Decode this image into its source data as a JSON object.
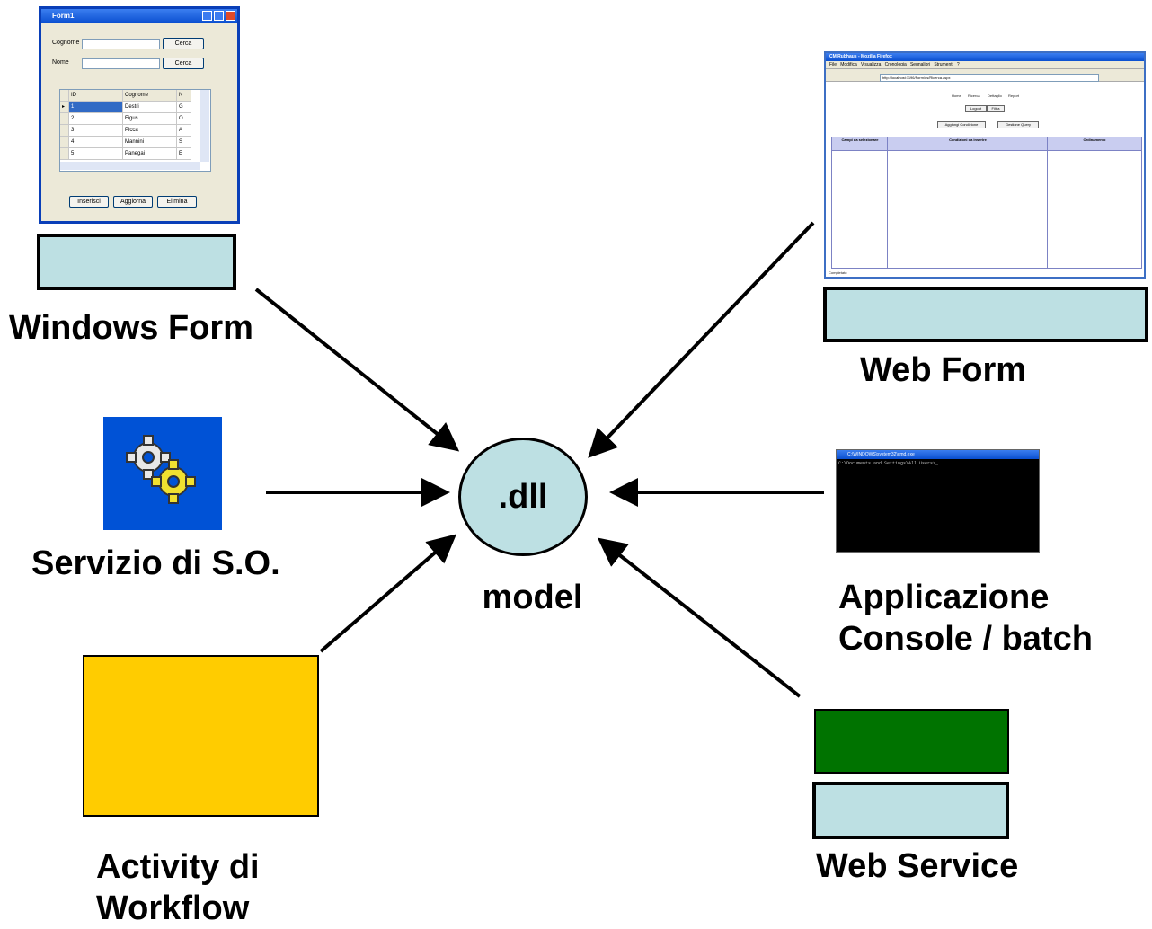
{
  "center": {
    "label": ".dll",
    "caption": "model"
  },
  "nodes": {
    "windows_form": {
      "label": "Windows Form"
    },
    "web_form": {
      "label": "Web Form"
    },
    "os_service": {
      "label": "Servizio di S.O."
    },
    "console_app": {
      "label": "Applicazione\nConsole / batch"
    },
    "workflow_activity": {
      "label": "Activity di\nWorkflow"
    },
    "web_service": {
      "label": "Web Service"
    }
  },
  "colors": {
    "teal_box": "#bde0e3",
    "workflow_fill": "#ffcc00",
    "web_service_fill": "#007300",
    "service_icon_bg": "#0052d6",
    "center_fill": "#bde0e3"
  },
  "icons": [
    "gears-icon"
  ],
  "winform": {
    "title": "Form1",
    "fields": [
      {
        "label": "Cognome",
        "button": "Cerca"
      },
      {
        "label": "Nome",
        "button": "Cerca"
      }
    ],
    "grid": {
      "columns": [
        "ID",
        "Cognome",
        "N"
      ],
      "rows": [
        {
          "id": "1",
          "cognome": "Destri",
          "n": "G"
        },
        {
          "id": "2",
          "cognome": "Figus",
          "n": "O"
        },
        {
          "id": "3",
          "cognome": "Picca",
          "n": "A"
        },
        {
          "id": "4",
          "cognome": "Mannini",
          "n": "S"
        },
        {
          "id": "5",
          "cognome": "Panegai",
          "n": "E"
        }
      ]
    },
    "buttons": [
      "Inserisci",
      "Aggiorna",
      "Elimina"
    ]
  },
  "webform": {
    "title": "CM Rubhaus - Mozilla Firefox",
    "menu": "File   Modifica   Visualizza   Cronologia   Segnalibri   Strumenti   ?",
    "address": "http://localhost:1196/Form/ds/Ricerca.aspx",
    "tabs": [
      "Home",
      "Ricerca",
      "Dettaglio",
      "Report"
    ],
    "buttons": [
      "Logout",
      "Filtra",
      "Aggiungi Condizione",
      "Gestione Query"
    ],
    "panels": [
      "Campi da selezionare",
      "Condizioni da inserire",
      "Ordinamento"
    ],
    "status": "Completato"
  },
  "console": {
    "title": "C:\\WINDOWS\\system32\\cmd.exe",
    "line": "C:\\Documents and Settings\\All Users>_"
  }
}
